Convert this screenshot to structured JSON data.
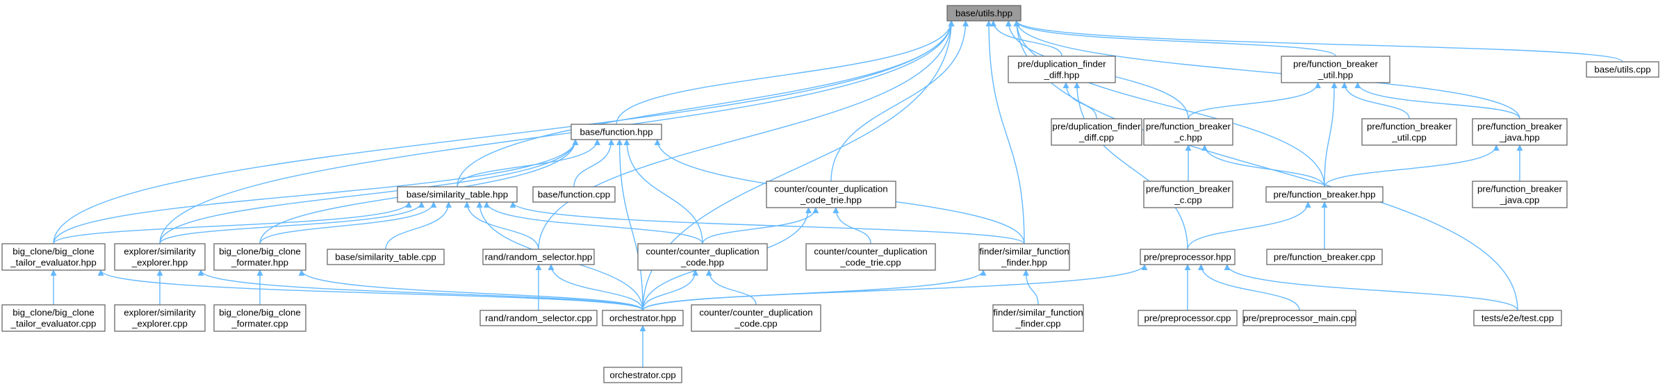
{
  "diagram": {
    "nodes": [
      {
        "id": "n0",
        "lines": [
          "base/utils.hpp"
        ],
        "root": true
      },
      {
        "id": "n1",
        "lines": [
          "pre/duplication_finder",
          "_diff.hpp"
        ]
      },
      {
        "id": "n2",
        "lines": [
          "pre/function_breaker",
          "_util.hpp"
        ]
      },
      {
        "id": "n3",
        "lines": [
          "base/utils.cpp"
        ]
      },
      {
        "id": "n4",
        "lines": [
          "base/function.hpp"
        ]
      },
      {
        "id": "n5",
        "lines": [
          "pre/duplication_finder",
          "_diff.cpp"
        ]
      },
      {
        "id": "n6",
        "lines": [
          "pre/function_breaker",
          "_c.hpp"
        ]
      },
      {
        "id": "n7",
        "lines": [
          "pre/function_breaker",
          "_util.cpp"
        ]
      },
      {
        "id": "n8",
        "lines": [
          "pre/function_breaker",
          "_java.hpp"
        ]
      },
      {
        "id": "n9",
        "lines": [
          "base/similarity_table.hpp"
        ]
      },
      {
        "id": "n10",
        "lines": [
          "base/function.cpp"
        ]
      },
      {
        "id": "n11",
        "lines": [
          "counter/counter_duplication",
          "_code_trie.hpp"
        ]
      },
      {
        "id": "n12",
        "lines": [
          "pre/function_breaker",
          "_c.cpp"
        ]
      },
      {
        "id": "n13",
        "lines": [
          "pre/function_breaker.hpp"
        ]
      },
      {
        "id": "n14",
        "lines": [
          "pre/function_breaker",
          "_java.cpp"
        ]
      },
      {
        "id": "n15",
        "lines": [
          "big_clone/big_clone",
          "_tailor_evaluator.hpp"
        ]
      },
      {
        "id": "n16",
        "lines": [
          "explorer/similarity",
          "_explorer.hpp"
        ]
      },
      {
        "id": "n17",
        "lines": [
          "big_clone/big_clone",
          "_formater.hpp"
        ]
      },
      {
        "id": "n18",
        "lines": [
          "base/similarity_table.cpp"
        ]
      },
      {
        "id": "n19",
        "lines": [
          "rand/random_selector.hpp"
        ]
      },
      {
        "id": "n20",
        "lines": [
          "counter/counter_duplication",
          "_code.hpp"
        ]
      },
      {
        "id": "n21",
        "lines": [
          "counter/counter_duplication",
          "_code_trie.cpp"
        ]
      },
      {
        "id": "n22",
        "lines": [
          "finder/similar_function",
          "_finder.hpp"
        ]
      },
      {
        "id": "n23",
        "lines": [
          "pre/preprocessor.hpp"
        ]
      },
      {
        "id": "n24",
        "lines": [
          "pre/function_breaker.cpp"
        ]
      },
      {
        "id": "n25",
        "lines": [
          "big_clone/big_clone",
          "_tailor_evaluator.cpp"
        ]
      },
      {
        "id": "n26",
        "lines": [
          "explorer/similarity",
          "_explorer.cpp"
        ]
      },
      {
        "id": "n27",
        "lines": [
          "big_clone/big_clone",
          "_formater.cpp"
        ]
      },
      {
        "id": "n28",
        "lines": [
          "rand/random_selector.cpp"
        ]
      },
      {
        "id": "n29",
        "lines": [
          "orchestrator.hpp"
        ]
      },
      {
        "id": "n30",
        "lines": [
          "counter/counter_duplication",
          "_code.cpp"
        ]
      },
      {
        "id": "n31",
        "lines": [
          "finder/similar_function",
          "_finder.cpp"
        ]
      },
      {
        "id": "n32",
        "lines": [
          "pre/preprocessor.cpp"
        ]
      },
      {
        "id": "n33",
        "lines": [
          "pre/preprocessor_main.cpp"
        ]
      },
      {
        "id": "n34",
        "lines": [
          "tests/e2e/test.cpp"
        ]
      },
      {
        "id": "n35",
        "lines": [
          "orchestrator.cpp"
        ]
      }
    ],
    "edges": [
      [
        "n1",
        "n0"
      ],
      [
        "n2",
        "n0"
      ],
      [
        "n3",
        "n0"
      ],
      [
        "n4",
        "n0"
      ],
      [
        "n6",
        "n0"
      ],
      [
        "n8",
        "n0"
      ],
      [
        "n9",
        "n0"
      ],
      [
        "n11",
        "n0"
      ],
      [
        "n13",
        "n0"
      ],
      [
        "n15",
        "n0"
      ],
      [
        "n16",
        "n0"
      ],
      [
        "n19",
        "n0"
      ],
      [
        "n22",
        "n0"
      ],
      [
        "n29",
        "n0"
      ],
      [
        "n34",
        "n0"
      ],
      [
        "n5",
        "n1"
      ],
      [
        "n23",
        "n1"
      ],
      [
        "n6",
        "n2"
      ],
      [
        "n7",
        "n2"
      ],
      [
        "n8",
        "n2"
      ],
      [
        "n13",
        "n2"
      ],
      [
        "n9",
        "n4"
      ],
      [
        "n10",
        "n4"
      ],
      [
        "n15",
        "n4"
      ],
      [
        "n16",
        "n4"
      ],
      [
        "n17",
        "n4"
      ],
      [
        "n20",
        "n4"
      ],
      [
        "n22",
        "n4"
      ],
      [
        "n29",
        "n4"
      ],
      [
        "n12",
        "n6"
      ],
      [
        "n13",
        "n6"
      ],
      [
        "n13",
        "n8"
      ],
      [
        "n14",
        "n8"
      ],
      [
        "n15",
        "n9"
      ],
      [
        "n16",
        "n9"
      ],
      [
        "n17",
        "n9"
      ],
      [
        "n18",
        "n9"
      ],
      [
        "n19",
        "n9"
      ],
      [
        "n20",
        "n9"
      ],
      [
        "n22",
        "n9"
      ],
      [
        "n29",
        "n9"
      ],
      [
        "n20",
        "n11"
      ],
      [
        "n21",
        "n11"
      ],
      [
        "n29",
        "n11"
      ],
      [
        "n23",
        "n13"
      ],
      [
        "n24",
        "n13"
      ],
      [
        "n25",
        "n15"
      ],
      [
        "n29",
        "n15"
      ],
      [
        "n26",
        "n16"
      ],
      [
        "n29",
        "n16"
      ],
      [
        "n27",
        "n17"
      ],
      [
        "n29",
        "n17"
      ],
      [
        "n28",
        "n19"
      ],
      [
        "n29",
        "n19"
      ],
      [
        "n29",
        "n20"
      ],
      [
        "n30",
        "n20"
      ],
      [
        "n29",
        "n22"
      ],
      [
        "n31",
        "n22"
      ],
      [
        "n29",
        "n23"
      ],
      [
        "n32",
        "n23"
      ],
      [
        "n33",
        "n23"
      ],
      [
        "n34",
        "n23"
      ],
      [
        "n35",
        "n29"
      ]
    ]
  }
}
